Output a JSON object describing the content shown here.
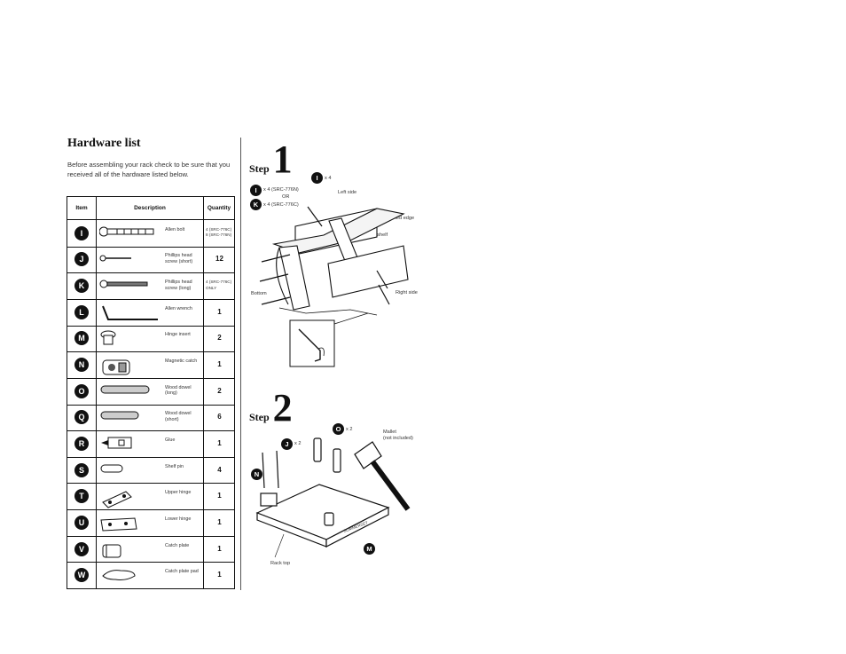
{
  "hardware": {
    "title": "Hardware list",
    "intro": "Before assembling your rack check to be sure that you received all of the hardware listed below.",
    "headers": {
      "item": "Item",
      "description": "Description",
      "quantity": "Quantity"
    },
    "rows": [
      {
        "letter": "I",
        "desc": "Allen bolt",
        "qty": "",
        "qty_lines": [
          "4 (SRC-776C)",
          "8 (SRC-776N)"
        ],
        "icon": "allen-bolt-icon"
      },
      {
        "letter": "J",
        "desc": "Phillips head screw (short)",
        "qty": "12",
        "icon": "short-screw-icon"
      },
      {
        "letter": "K",
        "desc": "Phillips head screw (long)",
        "qty": "",
        "qty_lines": [
          "4 (SRC-776C)",
          "ONLY"
        ],
        "icon": "long-screw-icon"
      },
      {
        "letter": "L",
        "desc": "Allen wrench",
        "qty": "1",
        "icon": "allen-wrench-icon"
      },
      {
        "letter": "M",
        "desc": "Hinge insert",
        "qty": "2",
        "icon": "hinge-insert-icon"
      },
      {
        "letter": "N",
        "desc": "Magnetic catch",
        "qty": "1",
        "icon": "magnetic-catch-icon"
      },
      {
        "letter": "O",
        "desc": "Wood dowel (long)",
        "qty": "2",
        "icon": "long-dowel-icon"
      },
      {
        "letter": "Q",
        "desc": "Wood dowel (short)",
        "qty": "6",
        "icon": "short-dowel-icon"
      },
      {
        "letter": "R",
        "desc": "Glue",
        "qty": "1",
        "icon": "glue-icon"
      },
      {
        "letter": "S",
        "desc": "Shelf pin",
        "qty": "4",
        "icon": "shelf-pin-icon"
      },
      {
        "letter": "T",
        "desc": "Upper hinge",
        "qty": "1",
        "icon": "upper-hinge-icon"
      },
      {
        "letter": "U",
        "desc": "Lower hinge",
        "qty": "1",
        "icon": "lower-hinge-icon"
      },
      {
        "letter": "V",
        "desc": "Catch plate",
        "qty": "1",
        "icon": "catch-plate-icon"
      },
      {
        "letter": "W",
        "desc": "Catch plate pad",
        "qty": "1",
        "icon": "catch-plate-pad-icon"
      }
    ]
  },
  "step1": {
    "word": "Step",
    "number": "1",
    "bolt_top": {
      "letter": "I",
      "qty": "x 4"
    },
    "bolt_left": {
      "letter": "I",
      "qty": "x 4 (SRC-776N)"
    },
    "or": "OR",
    "screw": {
      "letter": "K",
      "qty": "x 4 (SRC-776C)"
    },
    "labels": {
      "left_side": "Left side",
      "finished_edge": "Finished edge",
      "fixed_shelf": "Fixed shelf",
      "bottom": "Bottom",
      "right_side": "Right side"
    }
  },
  "step2": {
    "word": "Step",
    "number": "2",
    "dowel": {
      "letter": "O",
      "qty": "x 2"
    },
    "screw": {
      "letter": "J",
      "qty": "x 2"
    },
    "catch": {
      "letter": "N"
    },
    "insert": {
      "letter": "M"
    },
    "mallet": "Mallet",
    "mallet_note": "(not included)",
    "rack_top": "Rack top",
    "brand": "SOMMERSET"
  }
}
